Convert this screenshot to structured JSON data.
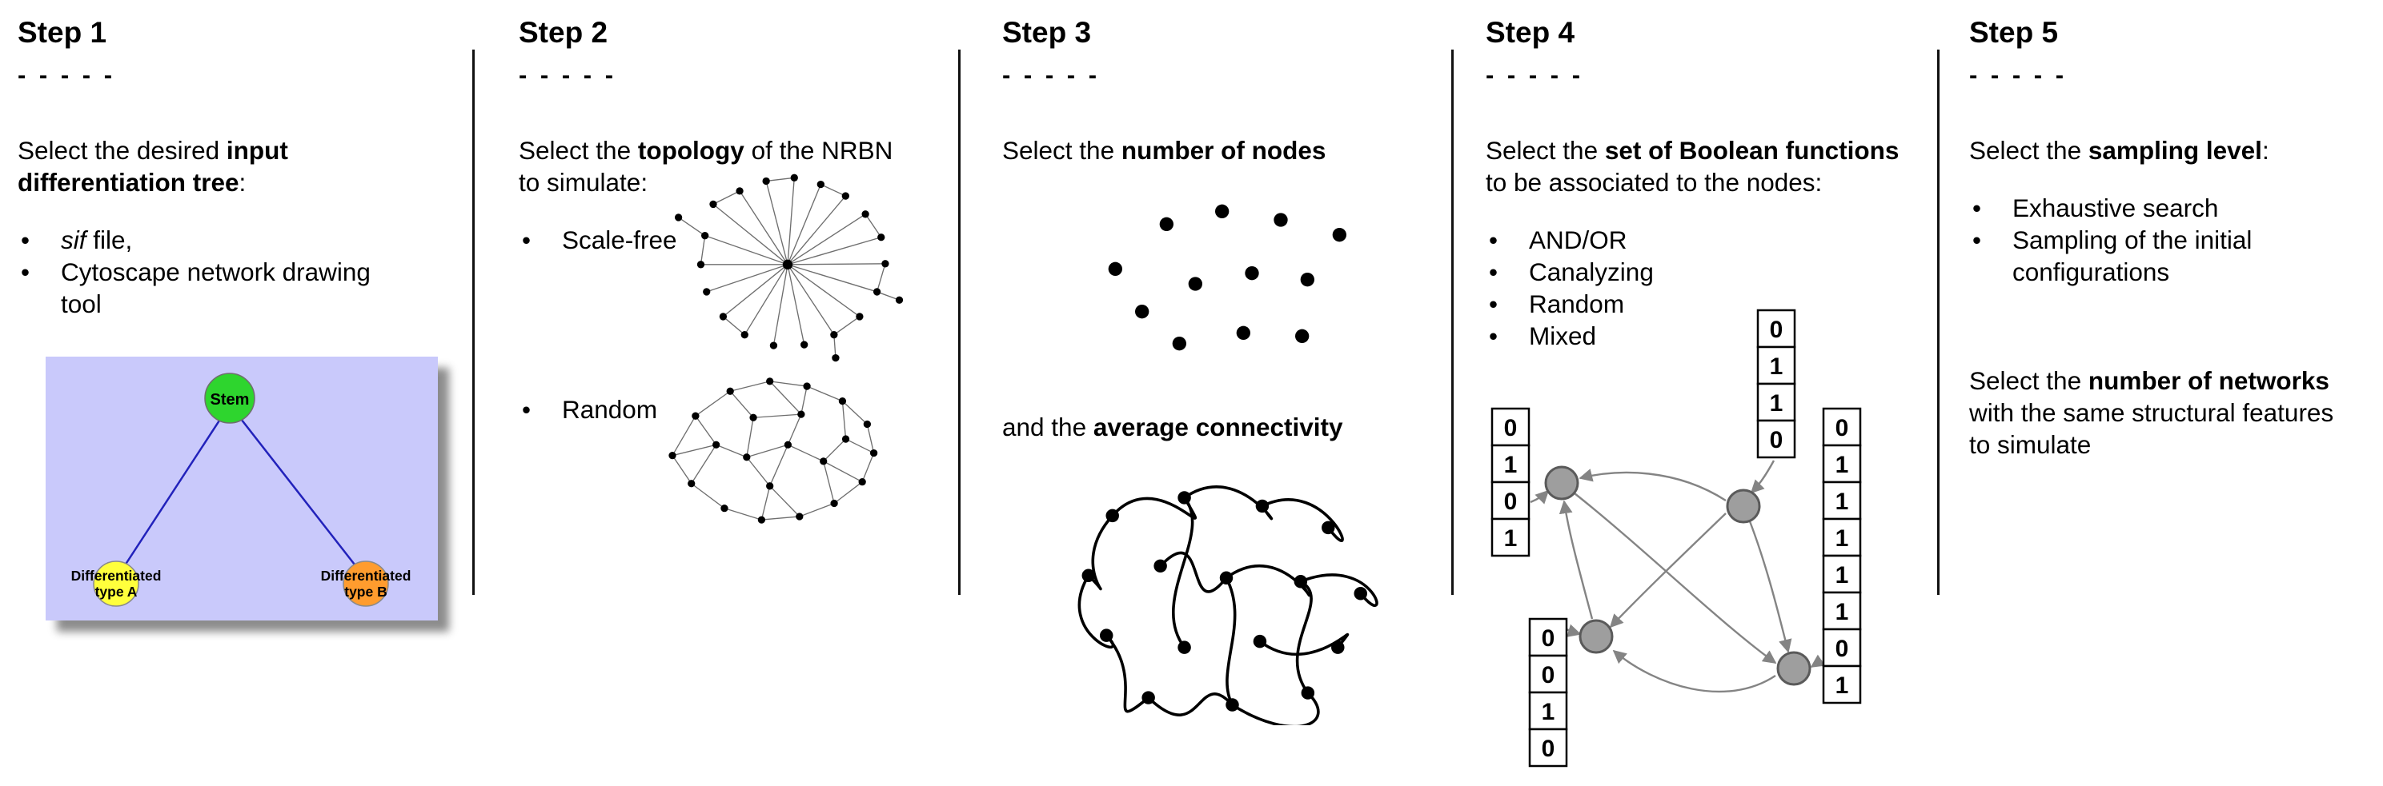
{
  "ui": {
    "bullet_char": "•"
  },
  "steps": [
    {
      "title": "Step 1",
      "dashes": "- - - - -",
      "intro": {
        "pre": "Select the desired ",
        "bold": "input differentiation tree",
        "post": ":"
      },
      "bullets": [
        {
          "italic": "sif",
          "text": " file,"
        },
        {
          "italic": "",
          "text": "Cytoscape network drawing tool"
        }
      ],
      "figure": {
        "background": "#c9c9fb",
        "edge_color": "#2222bb",
        "stem": {
          "label": "Stem",
          "color": "#2ed52e"
        },
        "type_a": {
          "line1": "Differentiated",
          "line2": "type A",
          "color": "#ffff3c"
        },
        "type_b": {
          "line1": "Differentiated",
          "line2": "type B",
          "color": "#ff9c2e"
        }
      }
    },
    {
      "title": "Step 2",
      "dashes": "- - - - -",
      "intro": {
        "pre": "Select the ",
        "bold": "topology",
        "post": " of the NRBN to simulate:"
      },
      "bullets": [
        {
          "text": "Scale-free"
        },
        {
          "text": "Random"
        }
      ]
    },
    {
      "title": "Step 3",
      "dashes": "- - - - -",
      "text1": {
        "pre": "Select the ",
        "bold": "number of nodes"
      },
      "text2": {
        "pre": "and the ",
        "bold": "average connectivity"
      }
    },
    {
      "title": "Step 4",
      "dashes": "- - - - -",
      "intro": {
        "pre": "Select the ",
        "bold": "set of Boolean functions",
        "post": " to be associated to the nodes:"
      },
      "bullets": [
        {
          "text": "AND/OR"
        },
        {
          "text": "Canalyzing"
        },
        {
          "text": "Random"
        },
        {
          "text": "Mixed"
        }
      ],
      "tables": {
        "left": [
          "0",
          "1",
          "0",
          "1"
        ],
        "top": [
          "0",
          "1",
          "1",
          "0"
        ],
        "bottom": [
          "0",
          "0",
          "1",
          "0"
        ],
        "right": [
          "0",
          "1",
          "1",
          "1",
          "1",
          "1",
          "0",
          "1"
        ]
      }
    },
    {
      "title": "Step 5",
      "dashes": "- - - - -",
      "intro": {
        "pre": "Select the ",
        "bold": "sampling level",
        "post": ":"
      },
      "bullets": [
        {
          "text": "Exhaustive search"
        },
        {
          "text": "Sampling of the initial configurations"
        }
      ],
      "text2": {
        "pre": "Select the ",
        "bold": "number of networks",
        "post": " with the same structural features to simulate"
      }
    }
  ]
}
